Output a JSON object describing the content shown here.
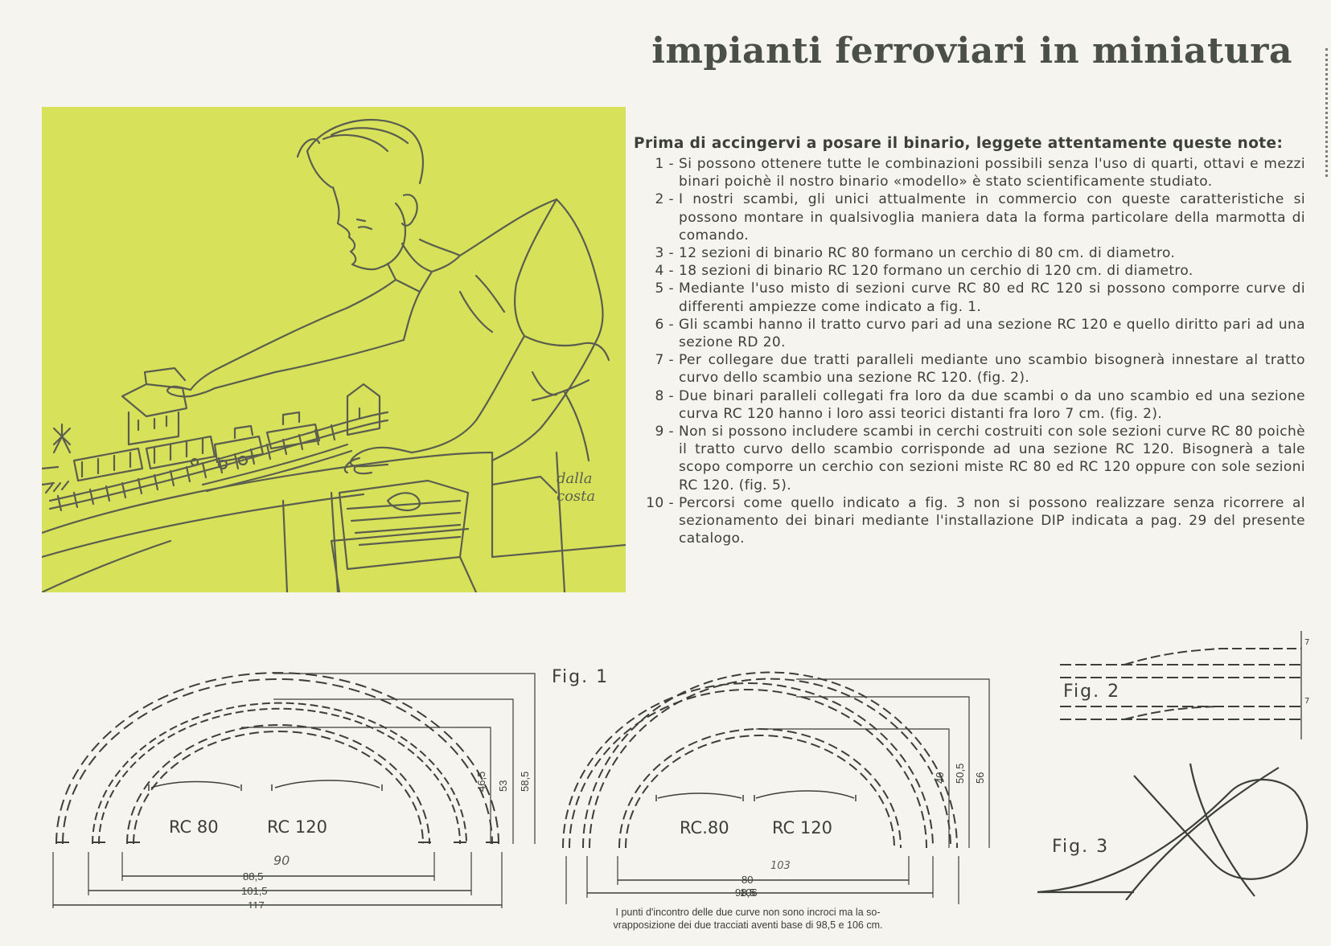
{
  "title": "impianti ferroviari in miniatura",
  "illustration": {
    "signature_line1": "dalla",
    "signature_line2": "costa"
  },
  "notes": {
    "heading": "Prima di accingervi a posare il binario, leggete attentamente queste note:",
    "items": [
      {
        "num": "1 -",
        "text": "Si possono ottenere tutte le combinazioni possibili senza l'uso di quarti, ottavi e mezzi binari poichè il nostro binario «modello» è stato scientificamente studiato."
      },
      {
        "num": "2 -",
        "text": "I nostri scambi, gli unici attualmente in commercio con queste caratteristiche si possono montare in qualsivoglia maniera data la forma particolare della marmotta di comando."
      },
      {
        "num": "3 -",
        "text": "12 sezioni di binario RC 80 formano un cerchio di 80 cm. di diametro."
      },
      {
        "num": "4 -",
        "text": "18 sezioni di binario RC 120 formano un cerchio di 120 cm. di diametro."
      },
      {
        "num": "5 -",
        "text": "Mediante l'uso misto di sezioni curve RC 80 ed RC 120 si possono comporre curve di differenti ampiezze come indicato a fig. 1."
      },
      {
        "num": "6 -",
        "text": "Gli scambi hanno il tratto curvo pari ad una sezione RC 120 e quello diritto pari ad una sezione RD 20."
      },
      {
        "num": "7 -",
        "text": "Per collegare due tratti paralleli mediante uno scambio bisognerà innestare al tratto curvo dello scambio una sezione RC 120. (fig. 2)."
      },
      {
        "num": "8 -",
        "text": "Due binari paralleli collegati fra loro da due scambi o da uno scambio ed una sezione curva RC 120 hanno i loro assi teorici distanti fra loro 7 cm. (fig. 2)."
      },
      {
        "num": "9 -",
        "text": "Non si possono includere scambi in cerchi costruiti con sole sezioni curve RC 80 poichè il tratto curvo dello scambio corrisponde ad una sezione RC 120. Bisognerà a tale scopo comporre un cerchio con sezioni miste RC 80 ed RC 120 oppure con sole sezioni RC 120. (fig. 5)."
      },
      {
        "num": "10 -",
        "text": "Percorsi come quello indicato a fig. 3 non si possono realizzare senza ricorrere al sezionamento dei binari mediante l'installazione DIP indicata a pag. 29 del presente catalogo."
      }
    ]
  },
  "fig1_left": {
    "rc80": "RC 80",
    "rc120": "RC 120",
    "width_inner": "88,5",
    "width_handwritten": "90",
    "width_middle": "101,5",
    "width_outer": "117",
    "height_inner": "46,5",
    "height_middle": "53",
    "height_outer": "58,5"
  },
  "fig1_right": {
    "label": "Fig. 1",
    "rc80": "RC.80",
    "rc120": "RC 120",
    "width_inner": "80",
    "width_handwritten": "103",
    "width_middle": "98,5",
    "width_outer": "106",
    "height_inner": "40",
    "height_middle": "50,5",
    "height_outer": "56"
  },
  "fig2": {
    "label": "Fig. 2",
    "dim_top": "7",
    "dim_bottom": "7"
  },
  "fig3": {
    "label": "Fig. 3"
  },
  "footnote": {
    "line1": "I punti d'incontro delle due curve non sono incroci ma la so-",
    "line2": "vrapposizione dei due tracciati aventi base di 98,5 e 106 cm."
  },
  "colors": {
    "illustration_bg": "#d7e25a",
    "ink": "#3c3f3a",
    "paper": "#f6f4ee"
  }
}
